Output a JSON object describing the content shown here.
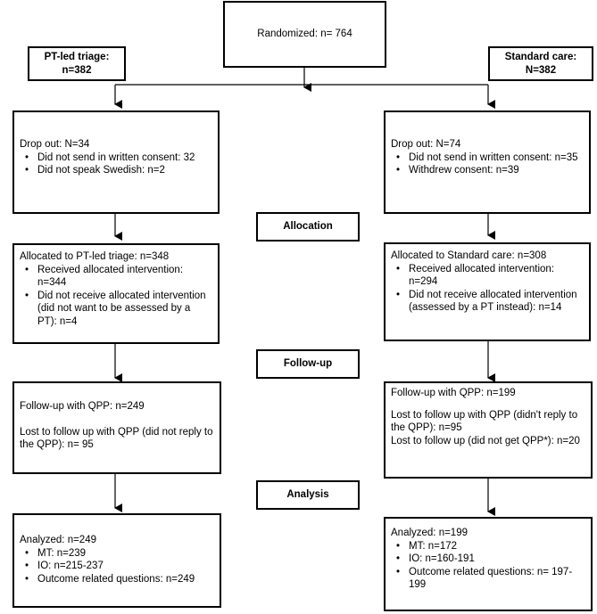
{
  "top": {
    "randomized": "Randomized: n= 764"
  },
  "arms": {
    "left_label_line1": "PT-led triage:",
    "left_label_line2": "n=382",
    "right_label_line1": "Standard care:",
    "right_label_line2": "N=382"
  },
  "stages": {
    "allocation": "Allocation",
    "followup": "Follow-up",
    "analysis": "Analysis"
  },
  "left": {
    "dropout": {
      "title": "Drop out: N=34",
      "items": [
        "Did not  send in written consent: 32",
        "Did not speak Swedish: n=2"
      ]
    },
    "allocated": {
      "title": "Allocated to PT-led triage: n=348",
      "items": [
        "Received allocated intervention: n=344",
        "Did not receive allocated intervention (did not want to be assessed by a PT): n=4"
      ]
    },
    "followup": {
      "line1": "Follow-up with QPP: n=249",
      "line2": "Lost to follow up with QPP (did not reply to the QPP): n= 95"
    },
    "analyzed": {
      "title": "Analyzed: n=249",
      "items": [
        "MT: n=239",
        "IO: n=215-237",
        "Outcome related questions: n=249"
      ]
    }
  },
  "right": {
    "dropout": {
      "title": "Drop out: N=74",
      "items": [
        "Did not  send in written consent: n=35",
        "Withdrew consent: n=39"
      ]
    },
    "allocated": {
      "title": "Allocated to Standard care: n=308",
      "items": [
        "Received allocated intervention: n=294",
        "Did not receive allocated intervention (assessed by a PT instead): n=14"
      ]
    },
    "followup": {
      "line1": "Follow-up with QPP: n=199",
      "line2": "Lost to follow up with QPP (didn't reply to the QPP): n=95",
      "line3": "Lost to follow up (did not  get QPP*): n=20"
    },
    "analyzed": {
      "title": "Analyzed: n=199",
      "items": [
        "MT: n=172",
        "IO: n=160-191",
        "Outcome related questions: n= 197-199"
      ]
    }
  }
}
